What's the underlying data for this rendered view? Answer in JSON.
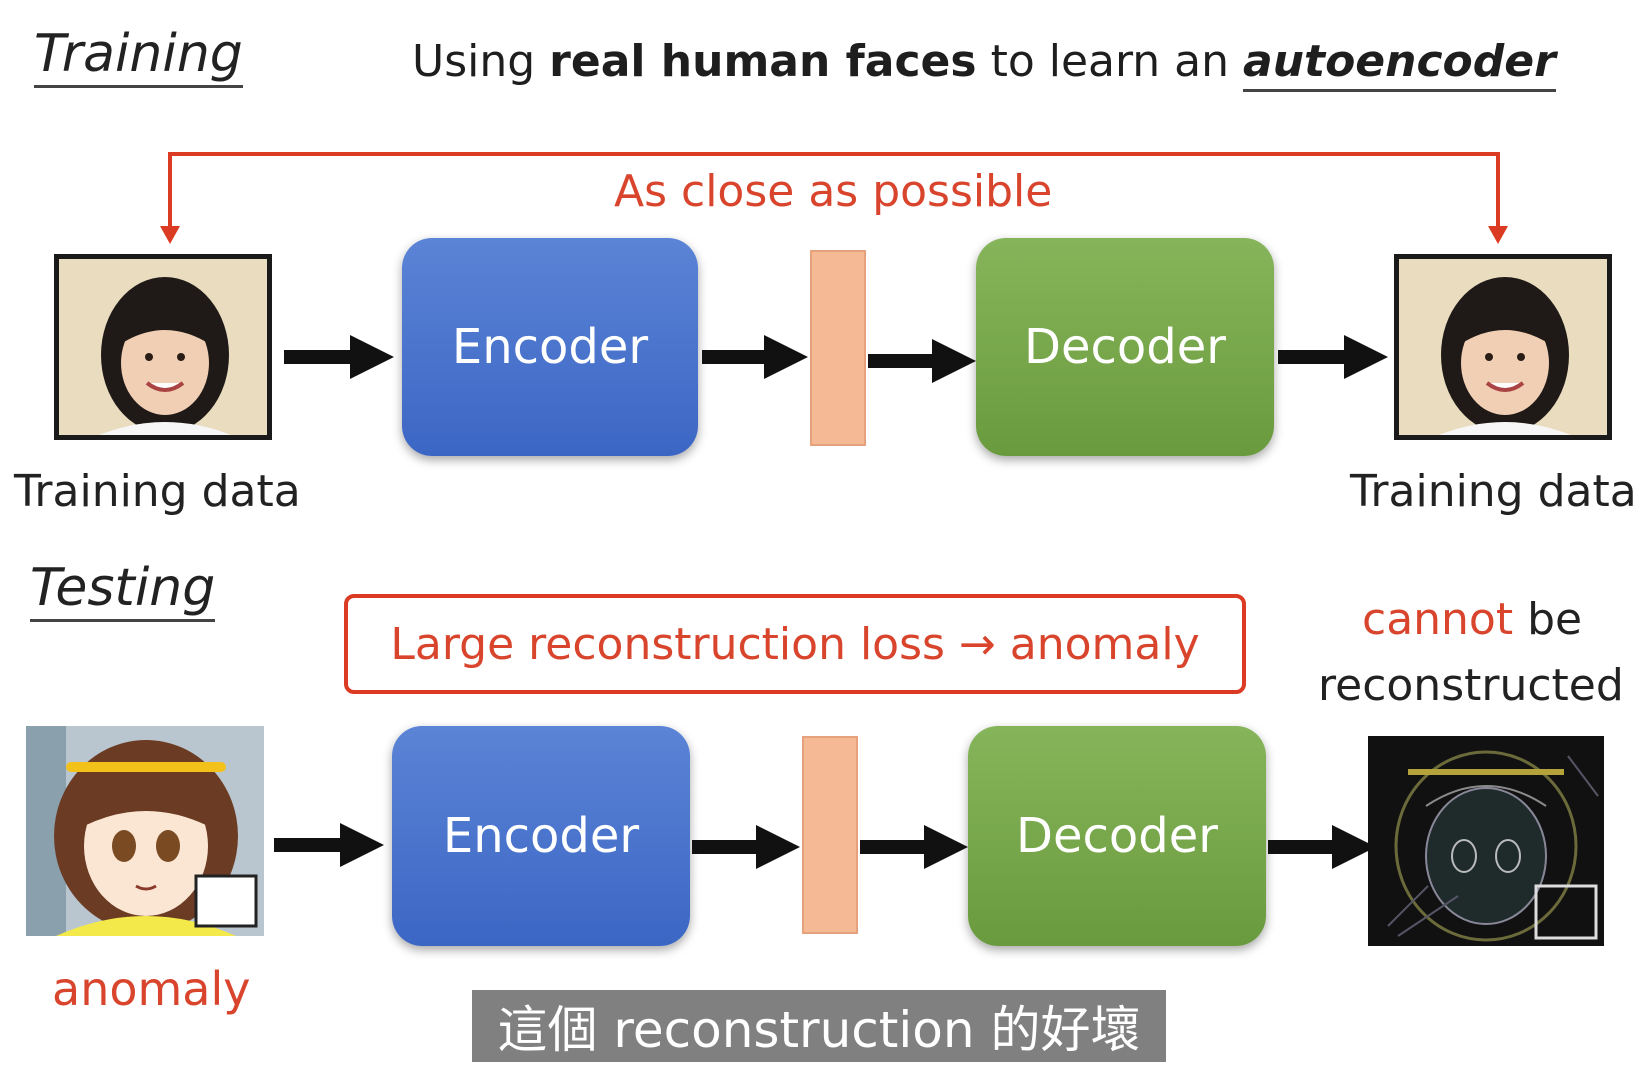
{
  "training": {
    "section_title": "Training",
    "headline": {
      "prefix": "Using ",
      "bold": "real human faces",
      "middle": " to learn an ",
      "bold_italic": "autoencoder"
    },
    "feedback_label": "As close as possible",
    "encoder_label": "Encoder",
    "decoder_label": "Decoder",
    "input_label": "Training data",
    "output_label": "Training data"
  },
  "testing": {
    "section_title": "Testing",
    "loss_note": "Large reconstruction loss → anomaly",
    "encoder_label": "Encoder",
    "decoder_label": "Decoder",
    "input_label": "anomaly",
    "output_label_red": "cannot",
    "output_label_rest": " be",
    "output_label_line2": "reconstructed"
  },
  "subtitle": "這個 reconstruction 的好壞",
  "colors": {
    "encoder": "#4a72cc",
    "decoder": "#78a84b",
    "code": "#f6b995",
    "accent_red": "#d9442c"
  }
}
